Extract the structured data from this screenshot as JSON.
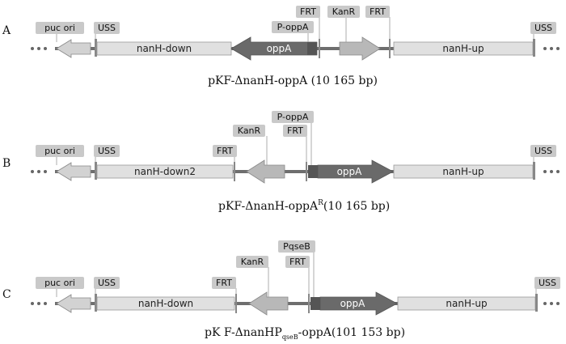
{
  "rows": [
    {
      "letter": "A",
      "caption": "pKF-ΔnanH-oppA (10 165 bp)",
      "features": {
        "puc": "puc ori",
        "uss_left": "USS",
        "down": "nanH-down",
        "oppa": "oppA",
        "p_oppa": "P-oppA",
        "frt1": "FRT",
        "kanr": "KanR",
        "frt2": "FRT",
        "up": "nanH-up",
        "uss_right": "USS"
      }
    },
    {
      "letter": "B",
      "caption_main": "pKF-ΔnanH-oppA",
      "caption_sup": "R",
      "caption_tail": "(10 165 bp)",
      "features": {
        "puc": "puc ori",
        "uss_left": "USS",
        "down": "nanH-down2",
        "frt1": "FRT",
        "kanr": "KanR",
        "p_oppa": "P-oppA",
        "frt2": "FRT",
        "oppa": "oppA",
        "up": "nanH-up",
        "uss_right": "USS"
      }
    },
    {
      "letter": "C",
      "caption_main": "pK F-ΔnanHP",
      "caption_sub": "qseB",
      "caption_tail": "-oppA(101 153 bp)",
      "features": {
        "puc": "puc ori",
        "uss_left": "USS",
        "down": "nanH-down",
        "frt1": "FRT",
        "kanr": "KanR",
        "pqseb": "PqseB",
        "frt2": "FRT",
        "oppa": "oppA",
        "up": "nanH-up",
        "uss_right": "USS"
      }
    }
  ],
  "colors": {
    "backbone": "#6e6e6e",
    "light_gene": "#e0e0e0",
    "mid_arrow": "#b8b8b8",
    "dark_arrow": "#6a6a6a",
    "label_box": "#c9c9c9"
  }
}
